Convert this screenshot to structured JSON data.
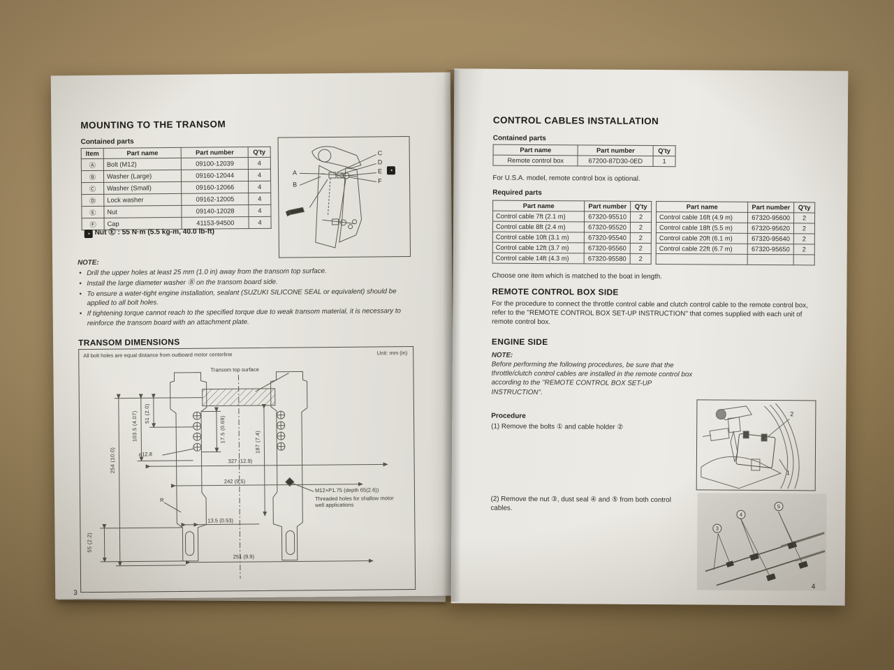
{
  "scene": {
    "background_hex": "#9b8560",
    "page_hex": "#e8e6e0"
  },
  "left_page": {
    "page_number": "3",
    "title": "MOUNTING TO THE TRANSOM",
    "contained_parts_label": "Contained parts",
    "contained_table": {
      "columns": [
        "Item",
        "Part name",
        "Part number",
        "Q'ty"
      ],
      "rows": [
        [
          "Ⓐ",
          "Bolt (M12)",
          "09100-12039",
          "4"
        ],
        [
          "Ⓑ",
          "Washer (Large)",
          "09160-12044",
          "4"
        ],
        [
          "Ⓒ",
          "Washer (Small)",
          "09160-12066",
          "4"
        ],
        [
          "Ⓓ",
          "Lock washer",
          "09162-12005",
          "4"
        ],
        [
          "Ⓔ",
          "Nut",
          "09140-12028",
          "4"
        ],
        [
          "Ⓕ",
          "Cap",
          "41153-94500",
          "4"
        ]
      ]
    },
    "torque_note": "Nut Ⓔ : 55 N·m (5.5 kg-m, 40.0 lb-ft)",
    "note_label": "NOTE:",
    "note_items": [
      "Drill the upper holes at least 25 mm (1.0 in) away from the transom top surface.",
      "Install the large diameter washer Ⓑ on the transom board side.",
      "To ensure a water-tight engine installation, sealant (SUZUKI SILICONE SEAL or equivalent) should be applied to all bolt holes.",
      "If tightening torque cannot reach to the specified torque due to weak transom material, it is necessary to reinforce the transom board with an attachment plate."
    ],
    "bracket_figure": {
      "callouts": [
        "A",
        "B",
        "C",
        "D",
        "E",
        "F"
      ]
    },
    "dimensions_title": "TRANSOM DIMENSIONS",
    "dimensions_figure": {
      "note": "All bolt holes are equal distance from outboard motor centerline",
      "unit": "Unit: mm (in)",
      "surface_label": "Transom top surface",
      "dims": {
        "d51": "51 (2.0)",
        "d103": "103.5 (4.07)",
        "d254": "254 (10.0)",
        "d128": "⌀12.8",
        "d175": "17.5 (0.69)",
        "d327": "327 (12.9)",
        "d187": "187 (7.4)",
        "d242": "242 (9.5)",
        "d55": "55 (2.2)",
        "d135": "13.5 (0.53)",
        "d251": "251 (9.9)",
        "radius": "R",
        "thread": "M12×P1.75 (depth 65(2.6))",
        "thread_note": "Threaded holes for shallow motor well applications"
      }
    }
  },
  "right_page": {
    "page_number": "4",
    "title": "CONTROL CABLES INSTALLATION",
    "contained_parts_label": "Contained parts",
    "contained_table": {
      "columns": [
        "Part name",
        "Part number",
        "Q'ty"
      ],
      "rows": [
        [
          "Remote control box",
          "67200-87D30-0ED",
          "1"
        ]
      ]
    },
    "usa_note": "For U.S.A. model, remote control box is optional.",
    "required_parts_label": "Required parts",
    "required_table_left": {
      "columns": [
        "Part name",
        "Part number",
        "Q'ty"
      ],
      "rows": [
        [
          "Control cable 7ft (2.1 m)",
          "67320-95510",
          "2"
        ],
        [
          "Control cable 8ft (2.4 m)",
          "67320-95520",
          "2"
        ],
        [
          "Control cable 10ft (3.1 m)",
          "67320-95540",
          "2"
        ],
        [
          "Control cable 12ft (3.7 m)",
          "67320-95560",
          "2"
        ],
        [
          "Control cable 14ft (4.3 m)",
          "67320-95580",
          "2"
        ]
      ]
    },
    "required_table_right": {
      "columns": [
        "Part name",
        "Part number",
        "Q'ty"
      ],
      "rows": [
        [
          "Control cable 16ft (4.9 m)",
          "67320-95600",
          "2"
        ],
        [
          "Control cable 18ft (5.5 m)",
          "67320-95620",
          "2"
        ],
        [
          "Control cable 20ft (6.1 m)",
          "67320-95640",
          "2"
        ],
        [
          "Control cable 22ft (6.7 m)",
          "67320-95650",
          "2"
        ]
      ]
    },
    "choose_note": "Choose one item which is matched to the boat in length.",
    "remote_heading": "REMOTE CONTROL BOX SIDE",
    "remote_text": "For the procedure to connect the throttle control cable and clutch control cable to the remote control box, refer to the ''REMOTE CONTROL BOX SET-UP INSTRUCTION'' that comes supplied with each unit of remote control box.",
    "engine_heading": "ENGINE SIDE",
    "note_label": "NOTE:",
    "engine_note": "Before performing the following procedures, be sure that the throttle/clutch control cables are installed in the remote control box according to the ''REMOTE CONTROL BOX SET-UP INSTRUCTION''.",
    "procedure_label": "Procedure",
    "step1": "(1)  Remove the bolts ① and cable holder ②",
    "step2": "(2)  Remove the nut ③, dust seal ④ and ⑤ from both control cables.",
    "figure1": {
      "callouts": [
        "2",
        "1"
      ]
    },
    "figure2": {
      "callouts": [
        "3",
        "4",
        "5"
      ]
    }
  }
}
